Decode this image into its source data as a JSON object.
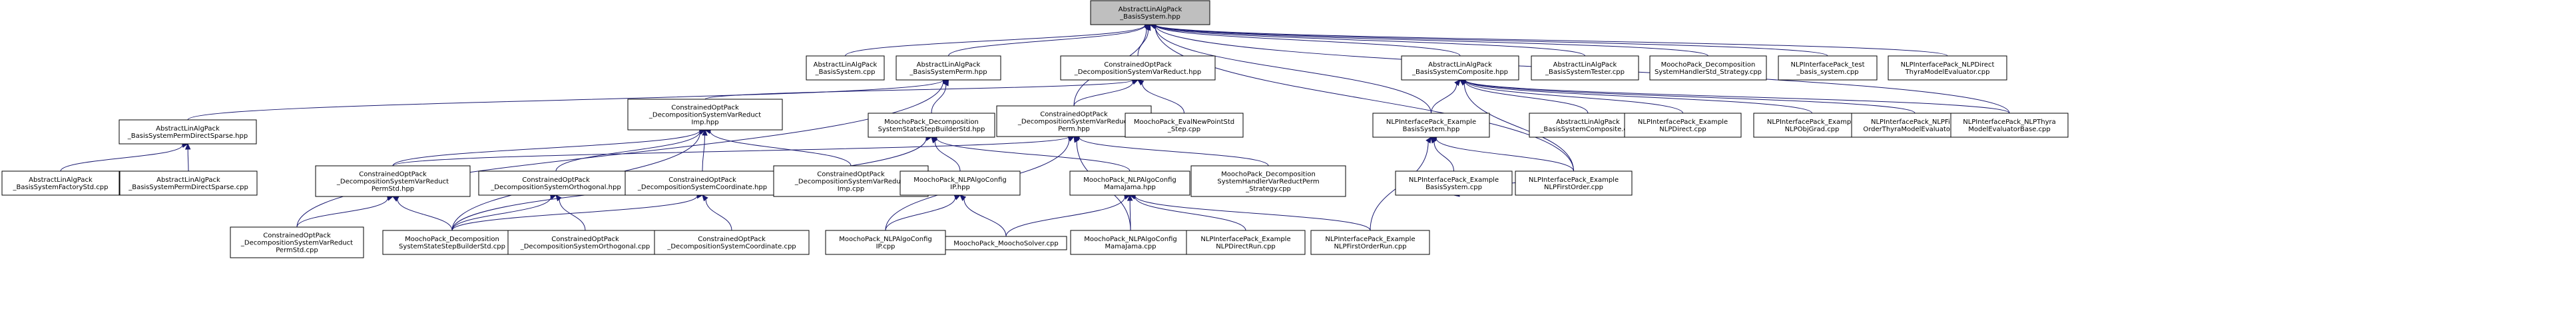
{
  "graph": {
    "nodes": [
      {
        "id": "root",
        "lines": [
          "AbstractLinAlgPack",
          "_BasisSystem.hpp"
        ],
        "root": true
      },
      {
        "id": "bs_cpp",
        "lines": [
          "AbstractLinAlgPack",
          "_BasisSystem.cpp"
        ]
      },
      {
        "id": "bsperm_hpp",
        "lines": [
          "AbstractLinAlgPack",
          "_BasisSystemPerm.hpp"
        ]
      },
      {
        "id": "dsvr_hpp",
        "lines": [
          "ConstrainedOptPack",
          "_DecompositionSystemVarReduct.hpp"
        ]
      },
      {
        "id": "bscomp_hpp",
        "lines": [
          "AbstractLinAlgPack",
          "_BasisSystemComposite.hpp"
        ]
      },
      {
        "id": "bstester_cpp",
        "lines": [
          "AbstractLinAlgPack",
          "_BasisSystemTester.cpp"
        ]
      },
      {
        "id": "dshstd_cpp",
        "lines": [
          "MoochoPack_Decomposition",
          "SystemHandlerStd_Strategy.cpp"
        ]
      },
      {
        "id": "nlptest_cpp",
        "lines": [
          "NLPInterfacePack_test",
          "_basis_system.cpp"
        ]
      },
      {
        "id": "nlpdthyra_cpp",
        "lines": [
          "NLPInterfacePack_NLPDirect",
          "ThyraModelEvaluator.cpp"
        ]
      },
      {
        "id": "bspds_hpp",
        "lines": [
          "AbstractLinAlgPack",
          "_BasisSystemPermDirectSparse.hpp"
        ]
      },
      {
        "id": "dsvrimp_hpp",
        "lines": [
          "ConstrainedOptPack",
          "_DecompositionSystemVarReduct",
          "Imp.hpp"
        ]
      },
      {
        "id": "mpdssbs_hpp",
        "lines": [
          "MoochoPack_Decomposition",
          "SystemStateStepBuilderStd.hpp"
        ]
      },
      {
        "id": "dsvrperm_hpp",
        "lines": [
          "ConstrainedOptPack",
          "_DecompositionSystemVarReduct",
          "Perm.hpp"
        ]
      },
      {
        "id": "evalnp_cpp",
        "lines": [
          "MoochoPack_EvalNewPointStd",
          "_Step.cpp"
        ]
      },
      {
        "id": "nlpebs_hpp",
        "lines": [
          "NLPInterfacePack_Example",
          "BasisSystem.hpp"
        ]
      },
      {
        "id": "bscomp_cpp",
        "lines": [
          "AbstractLinAlgPack",
          "_BasisSystemComposite.cpp"
        ]
      },
      {
        "id": "nlpedirect_cpp",
        "lines": [
          "NLPInterfacePack_Example",
          "NLPDirect.cpp"
        ]
      },
      {
        "id": "nlpeobj_cpp",
        "lines": [
          "NLPInterfacePack_Example",
          "NLPObjGrad.cpp"
        ]
      },
      {
        "id": "nlpfothyra_cpp",
        "lines": [
          "NLPInterfacePack_NLPFirst",
          "OrderThyraModelEvaluator.cpp"
        ]
      },
      {
        "id": "nlpthyrabase_cpp",
        "lines": [
          "NLPInterfacePack_NLPThyra",
          "ModelEvaluatorBase.cpp"
        ]
      },
      {
        "id": "bsfstd_cpp",
        "lines": [
          "AbstractLinAlgPack",
          "_BasisSystemFactoryStd.cpp"
        ]
      },
      {
        "id": "bspds_cpp",
        "lines": [
          "AbstractLinAlgPack",
          "_BasisSystemPermDirectSparse.cpp"
        ]
      },
      {
        "id": "dsvrpstd_hpp",
        "lines": [
          "ConstrainedOptPack",
          "_DecompositionSystemVarReduct",
          "PermStd.hpp"
        ]
      },
      {
        "id": "dsorth_hpp",
        "lines": [
          "ConstrainedOptPack",
          "_DecompositionSystemOrthogonal.hpp"
        ]
      },
      {
        "id": "dscoord_hpp",
        "lines": [
          "ConstrainedOptPack",
          "_DecompositionSystemCoordinate.hpp"
        ]
      },
      {
        "id": "dsvrimp_cpp",
        "lines": [
          "ConstrainedOptPack",
          "_DecompositionSystemVarReduct",
          "Imp.cpp"
        ]
      },
      {
        "id": "nlpacip_hpp",
        "lines": [
          "MoochoPack_NLPAlgoConfig",
          "IP.hpp"
        ]
      },
      {
        "id": "nlpacmj_hpp",
        "lines": [
          "MoochoPack_NLPAlgoConfig",
          "MamaJama.hpp"
        ]
      },
      {
        "id": "dshvrp_cpp",
        "lines": [
          "MoochoPack_Decomposition",
          "SystemHandlerVarReductPerm",
          "_Strategy.cpp"
        ]
      },
      {
        "id": "nlpebs_cpp",
        "lines": [
          "NLPInterfacePack_Example",
          "BasisSystem.cpp"
        ]
      },
      {
        "id": "nlpefo_cpp",
        "lines": [
          "NLPInterfacePack_Example",
          "NLPFirstOrder.cpp"
        ]
      },
      {
        "id": "dsvrpstd_cpp",
        "lines": [
          "ConstrainedOptPack",
          "_DecompositionSystemVarReduct",
          "PermStd.cpp"
        ]
      },
      {
        "id": "mpdssbs_cpp",
        "lines": [
          "MoochoPack_Decomposition",
          "SystemStateStepBuilderStd.cpp"
        ]
      },
      {
        "id": "dsorth_cpp",
        "lines": [
          "ConstrainedOptPack",
          "_DecompositionSystemOrthogonal.cpp"
        ]
      },
      {
        "id": "dscoord_cpp",
        "lines": [
          "ConstrainedOptPack",
          "_DecompositionSystemCoordinate.cpp"
        ]
      },
      {
        "id": "nlpacip_cpp",
        "lines": [
          "MoochoPack_NLPAlgoConfig",
          "IP.cpp"
        ]
      },
      {
        "id": "solver_cpp",
        "lines": [
          "MoochoPack_MoochoSolver.cpp"
        ]
      },
      {
        "id": "nlpacmj_cpp",
        "lines": [
          "MoochoPack_NLPAlgoConfig",
          "MamaJama.cpp"
        ]
      },
      {
        "id": "nlpedirrun_cpp",
        "lines": [
          "NLPInterfacePack_Example",
          "NLPDirectRun.cpp"
        ]
      },
      {
        "id": "nlpeforun_cpp",
        "lines": [
          "NLPInterfacePack_Example",
          "NLPFirstOrderRun.cpp"
        ]
      }
    ],
    "edges": [
      [
        "bs_cpp",
        "root"
      ],
      [
        "bsperm_hpp",
        "root"
      ],
      [
        "dsvr_hpp",
        "root"
      ],
      [
        "bscomp_hpp",
        "root"
      ],
      [
        "bstester_cpp",
        "root"
      ],
      [
        "dshstd_cpp",
        "root"
      ],
      [
        "nlptest_cpp",
        "root"
      ],
      [
        "nlpdthyra_cpp",
        "root"
      ],
      [
        "dsvrperm_hpp",
        "root"
      ],
      [
        "nlpebs_hpp",
        "root"
      ],
      [
        "nlpefo_cpp",
        "root"
      ],
      [
        "nlpthyrabase_cpp",
        "root"
      ],
      [
        "bspds_hpp",
        "bsperm_hpp"
      ],
      [
        "mpdssbs_hpp",
        "bsperm_hpp"
      ],
      [
        "dsvrpstd_cpp",
        "bsperm_hpp"
      ],
      [
        "dsvrimp_hpp",
        "dsvr_hpp"
      ],
      [
        "dsvrperm_hpp",
        "dsvr_hpp"
      ],
      [
        "evalnp_cpp",
        "dsvr_hpp"
      ],
      [
        "nlpebs_hpp",
        "bscomp_hpp"
      ],
      [
        "bscomp_cpp",
        "bscomp_hpp"
      ],
      [
        "nlpedirect_cpp",
        "bscomp_hpp"
      ],
      [
        "nlpeobj_cpp",
        "bscomp_hpp"
      ],
      [
        "nlpfothyra_cpp",
        "bscomp_hpp"
      ],
      [
        "nlpthyrabase_cpp",
        "bscomp_hpp"
      ],
      [
        "nlpefo_cpp",
        "bscomp_hpp"
      ],
      [
        "bsfstd_cpp",
        "bspds_hpp"
      ],
      [
        "bspds_cpp",
        "bspds_hpp"
      ],
      [
        "dsvrpstd_hpp",
        "dsvrimp_hpp"
      ],
      [
        "dsorth_hpp",
        "dsvrimp_hpp"
      ],
      [
        "dscoord_hpp",
        "dsvrimp_hpp"
      ],
      [
        "dsvrimp_cpp",
        "dsvrimp_hpp"
      ],
      [
        "mpdssbs_cpp",
        "dsvrimp_hpp"
      ],
      [
        "nlpacip_hpp",
        "mpdssbs_hpp"
      ],
      [
        "nlpacmj_hpp",
        "mpdssbs_hpp"
      ],
      [
        "mpdssbs_cpp",
        "mpdssbs_hpp"
      ],
      [
        "dsvrpstd_hpp",
        "dsvrperm_hpp"
      ],
      [
        "dshvrp_cpp",
        "dsvrperm_hpp"
      ],
      [
        "nlpacmj_cpp",
        "dsvrperm_hpp"
      ],
      [
        "nlpacip_cpp",
        "dsvrperm_hpp"
      ],
      [
        "nlpebs_cpp",
        "nlpebs_hpp"
      ],
      [
        "nlpefo_cpp",
        "nlpebs_hpp"
      ],
      [
        "nlpeforun_cpp",
        "nlpebs_hpp"
      ],
      [
        "dsvrpstd_cpp",
        "dsvrpstd_hpp"
      ],
      [
        "mpdssbs_cpp",
        "dsvrpstd_hpp"
      ],
      [
        "mpdssbs_cpp",
        "dsorth_hpp"
      ],
      [
        "dsorth_cpp",
        "dsorth_hpp"
      ],
      [
        "mpdssbs_cpp",
        "dscoord_hpp"
      ],
      [
        "dscoord_cpp",
        "dscoord_hpp"
      ],
      [
        "nlpacip_cpp",
        "nlpacip_hpp"
      ],
      [
        "solver_cpp",
        "nlpacip_hpp"
      ],
      [
        "solver_cpp",
        "nlpacmj_hpp"
      ],
      [
        "nlpacmj_cpp",
        "nlpacmj_hpp"
      ],
      [
        "nlpedirrun_cpp",
        "nlpacmj_hpp"
      ],
      [
        "nlpeforun_cpp",
        "nlpacmj_hpp"
      ],
      [
        "nlpefo_cpp",
        "nlpebs_cpp"
      ]
    ]
  }
}
